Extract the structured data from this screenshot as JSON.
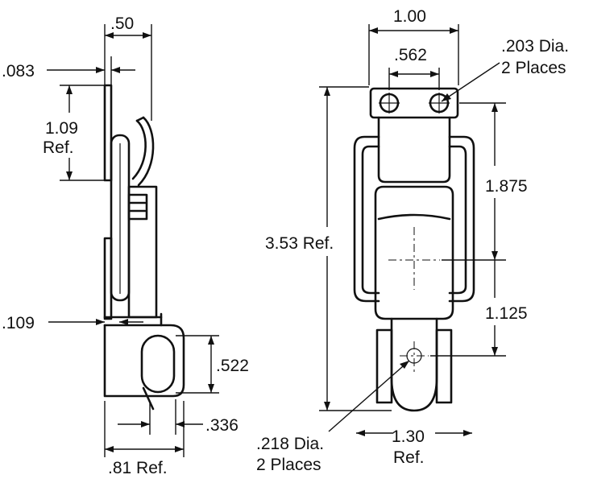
{
  "side_view": {
    "dim_width_top": ".50",
    "dim_plate_thickness": ".083",
    "dim_hook_height_value": "1.09",
    "dim_hook_height_ref": "Ref.",
    "dim_lower_thickness": ".109",
    "dim_slot_height": ".522",
    "dim_slot_offset": ".336",
    "dim_overall_depth": ".81 Ref."
  },
  "front_view": {
    "dim_overall_width": "1.00",
    "dim_hole_spacing": ".562",
    "dim_top_holes_line1": ".203 Dia.",
    "dim_top_holes_line2": "2 Places",
    "dim_upper_span": "1.875",
    "dim_overall_height": "3.53 Ref.",
    "dim_lower_span": "1.125",
    "dim_bottom_holes_line1": ".218 Dia.",
    "dim_bottom_holes_line2": "2 Places",
    "dim_base_width_value": "1.30",
    "dim_base_width_ref": "Ref."
  }
}
